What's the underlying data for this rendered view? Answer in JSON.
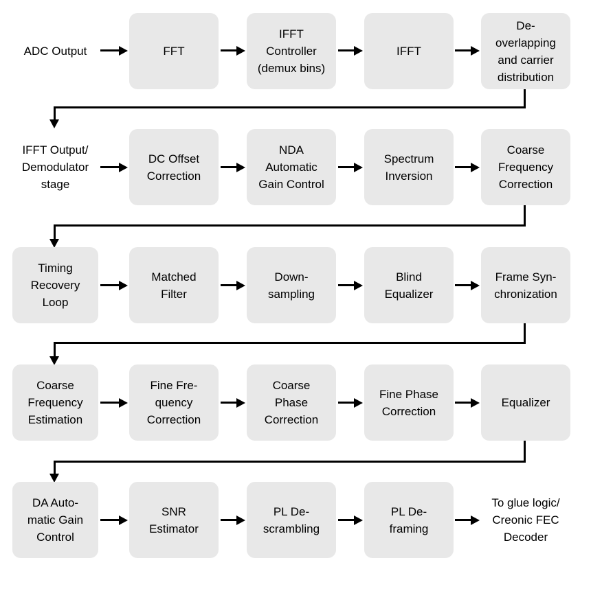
{
  "colors": {
    "background": "#ffffff",
    "box_fill": "#e8e8e8",
    "line": "#000000",
    "text": "#000000"
  },
  "diagram": {
    "type": "flowchart",
    "description": "Demodulator signal-processing pipeline, 5 rows left-to-right, serpentine connectors between rows"
  },
  "rows": [
    {
      "cells": [
        {
          "kind": "label",
          "text": "ADC Output"
        },
        {
          "kind": "box",
          "text": "FFT"
        },
        {
          "kind": "box",
          "text": "IFFT\nController\n(demux bins)"
        },
        {
          "kind": "box",
          "text": "IFFT"
        },
        {
          "kind": "box",
          "text": "De-\noverlapping\nand carrier\ndistribution"
        }
      ]
    },
    {
      "cells": [
        {
          "kind": "label",
          "text": "IFFT Output/\nDemodulator\nstage"
        },
        {
          "kind": "box",
          "text": "DC Offset\nCorrection"
        },
        {
          "kind": "box",
          "text": "NDA\nAutomatic\nGain Control"
        },
        {
          "kind": "box",
          "text": "Spectrum\nInversion"
        },
        {
          "kind": "box",
          "text": "Coarse\nFrequency\nCorrection"
        }
      ]
    },
    {
      "cells": [
        {
          "kind": "box",
          "text": "Timing\nRecovery\nLoop"
        },
        {
          "kind": "box",
          "text": "Matched\nFilter"
        },
        {
          "kind": "box",
          "text": "Down-\nsampling"
        },
        {
          "kind": "box",
          "text": "Blind\nEqualizer"
        },
        {
          "kind": "box",
          "text": "Frame Syn-\nchronization"
        }
      ]
    },
    {
      "cells": [
        {
          "kind": "box",
          "text": "Coarse\nFrequency\nEstimation"
        },
        {
          "kind": "box",
          "text": "Fine Fre-\nquency\nCorrection"
        },
        {
          "kind": "box",
          "text": "Coarse\nPhase\nCorrection"
        },
        {
          "kind": "box",
          "text": "Fine Phase\nCorrection"
        },
        {
          "kind": "box",
          "text": "Equalizer"
        }
      ]
    },
    {
      "cells": [
        {
          "kind": "box",
          "text": "DA Auto-\nmatic Gain\nControl"
        },
        {
          "kind": "box",
          "text": "SNR\nEstimator"
        },
        {
          "kind": "box",
          "text": "PL De-\nscrambling"
        },
        {
          "kind": "box",
          "text": "PL De-\nframing"
        },
        {
          "kind": "label",
          "text": "To glue logic/\nCreonic FEC\nDecoder"
        }
      ]
    }
  ]
}
